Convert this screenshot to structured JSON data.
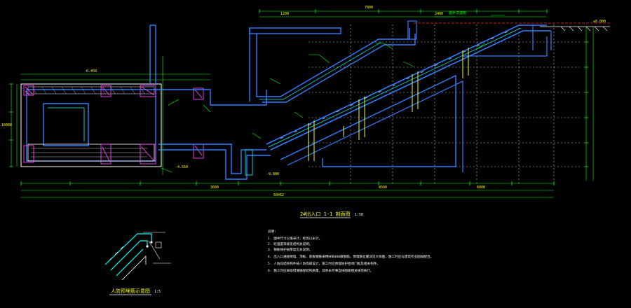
{
  "drawing": {
    "section_title": "2#出入口  1-1  剖面图",
    "section_scale": "1:50",
    "detail_title": "人防预埋筋示意图",
    "detail_scale": "1:5",
    "notes_heading": "说明:",
    "notes": [
      "1. 图中尺寸以毫米计，标高以米计。",
      "2. 砼强度等级见结构总说明。",
      "3. 钢筋保护层厚度见总说明。",
      "4. 出入口通道侧墙、顶板、底板钢筋采用HRB400级钢筋，预埋筋位置详见大样图，施工时应与建筑专业图纸配合。",
      "5. 人防段结构构件按人防等级设计，施工时应预埋防护密闭门框及相关构件。",
      "6. 施工时应采取措施确保结构质量，其余未尽事宜按国家相关规范执行。"
    ],
    "labels": {
      "top_dim_total": "7800",
      "top_dim_a": "1200",
      "top_dim_b": "2400",
      "left_dim_total": "16000",
      "ground_elev": "±0.000",
      "elev_top": "-0.450",
      "elev_mid": "-4.550",
      "elev_bottom": "-9.800",
      "stair_note": "踏步详建施",
      "dim_3600": "3600",
      "dim_4500": "4500",
      "dim_6000": "6000",
      "overall_dim": "58462"
    },
    "colors": {
      "wall": "#2f7fff",
      "rebar": "#00ffff",
      "dimension": "#00ff00",
      "text": "#ffff00",
      "grid": "#c8c8c8",
      "hatch": "#ff40ff",
      "accent": "#ff3030"
    }
  }
}
